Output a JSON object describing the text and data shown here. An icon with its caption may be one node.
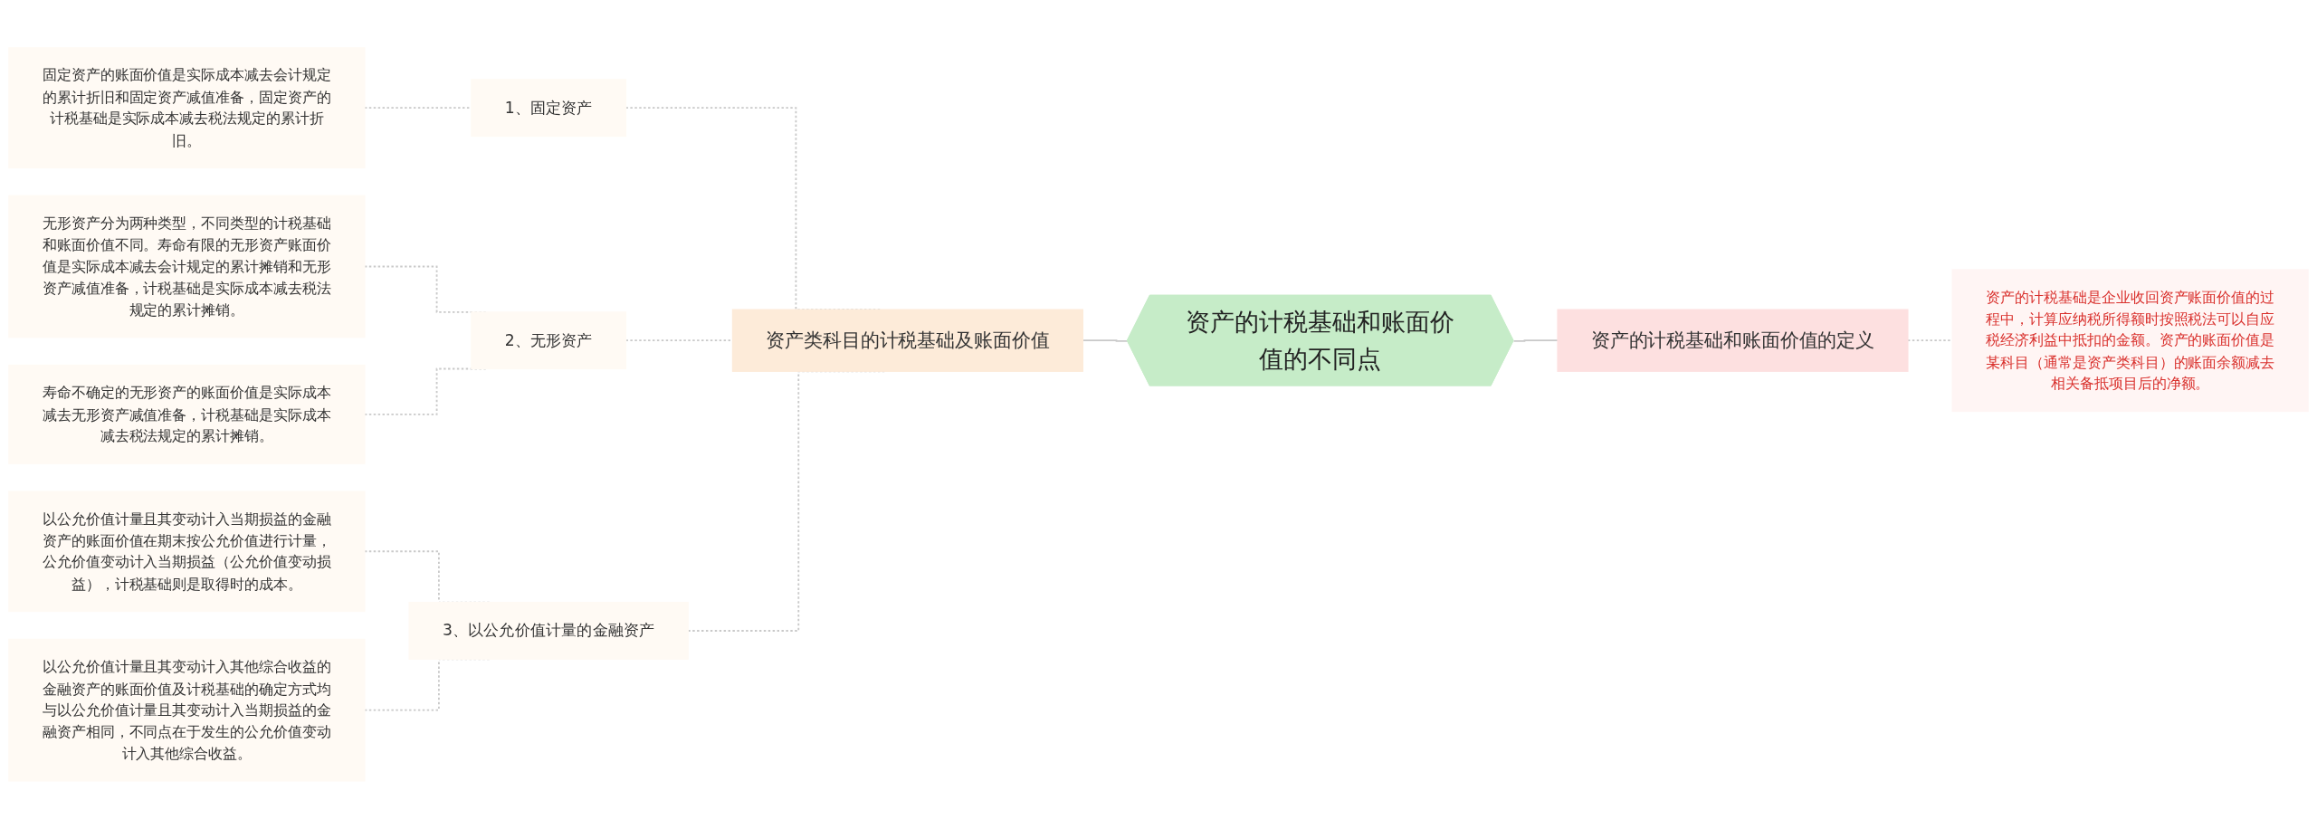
{
  "diagram": {
    "nodes": [
      {
        "text": [
          "资产的计税基础和账面价值的不同点"
        ]
      },
      {
        "text": [
          "资产类科目的计税基础及账面价值"
        ]
      },
      {
        "text": [
          "1、固定资产"
        ]
      },
      {
        "text": [
          "固定资产的账面价值是实际成本减去会计规定的累计折旧和固定资产减值准备，固定资产的计税基础是实际成本减去税法规定的累计折旧。"
        ]
      },
      {
        "text": [
          "2、无形资产"
        ]
      },
      {
        "text": [
          "无形资产分为两种类型，不同类型的计税基础和账面价值不同。寿命有限的无形资产账面价值是实际成本减去会计规定的累计摊销和无形资产减值准备，计税基础是实际成本减去税法规定的累计摊销。"
        ]
      },
      {
        "text": [
          "寿命不确定的无形资产的账面价值是实际成本减去无形资产减值准备，计税基础是实际成本减去税法规定的累计摊销。"
        ]
      },
      {
        "text": [
          "3、以公允价值计量的金融资产"
        ]
      },
      {
        "text": [
          "以公允价值计量且其变动计入当期损益的金融资产的账面价值在期末按公允价值进行计量，公允价值变动计入当期损益（公允价值变动损益），计税基础则是取得时的成本。"
        ]
      },
      {
        "text": [
          "以公允价值计量且其变动计入其他综合收益的金融资产的账面价值及计税基础的确定方式均与以公允价值计量且其变动计入当期损益的金融资产相同，不同点在于发生的公允价值变动计入其他综合收益。"
        ]
      },
      {
        "text": [
          "资产的计税基础和账面价值的定义"
        ]
      },
      {
        "text": [
          "资产的计税基础是企业收回资产账面价值的过程中，计算应纳税所得额时按照税法可以自应税经济利益中抵扣的金额。资产的账面价值是某科目（通常是资产类科目）的账面余额减去相关备抵项目后的净额。"
        ]
      }
    ],
    "edges": [
      {
        "from": 0,
        "to": 1,
        "arrow": "none"
      },
      {
        "from": 1,
        "to": 2,
        "arrow": "none",
        "style": "dashed"
      },
      {
        "from": 2,
        "to": 3,
        "arrow": "none",
        "style": "dashed"
      },
      {
        "from": 1,
        "to": 4,
        "arrow": "none",
        "style": "dashed"
      },
      {
        "from": 4,
        "to": 5,
        "arrow": "none",
        "style": "dashed"
      },
      {
        "from": 4,
        "to": 6,
        "arrow": "none",
        "style": "dashed"
      },
      {
        "from": 1,
        "to": 7,
        "arrow": "none",
        "style": "dashed"
      },
      {
        "from": 7,
        "to": 8,
        "arrow": "none",
        "style": "dashed"
      },
      {
        "from": 7,
        "to": 9,
        "arrow": "none",
        "style": "dashed"
      },
      {
        "from": 0,
        "to": 10,
        "arrow": "none"
      },
      {
        "from": 10,
        "to": 11,
        "arrow": "none",
        "style": "dashed"
      }
    ]
  }
}
